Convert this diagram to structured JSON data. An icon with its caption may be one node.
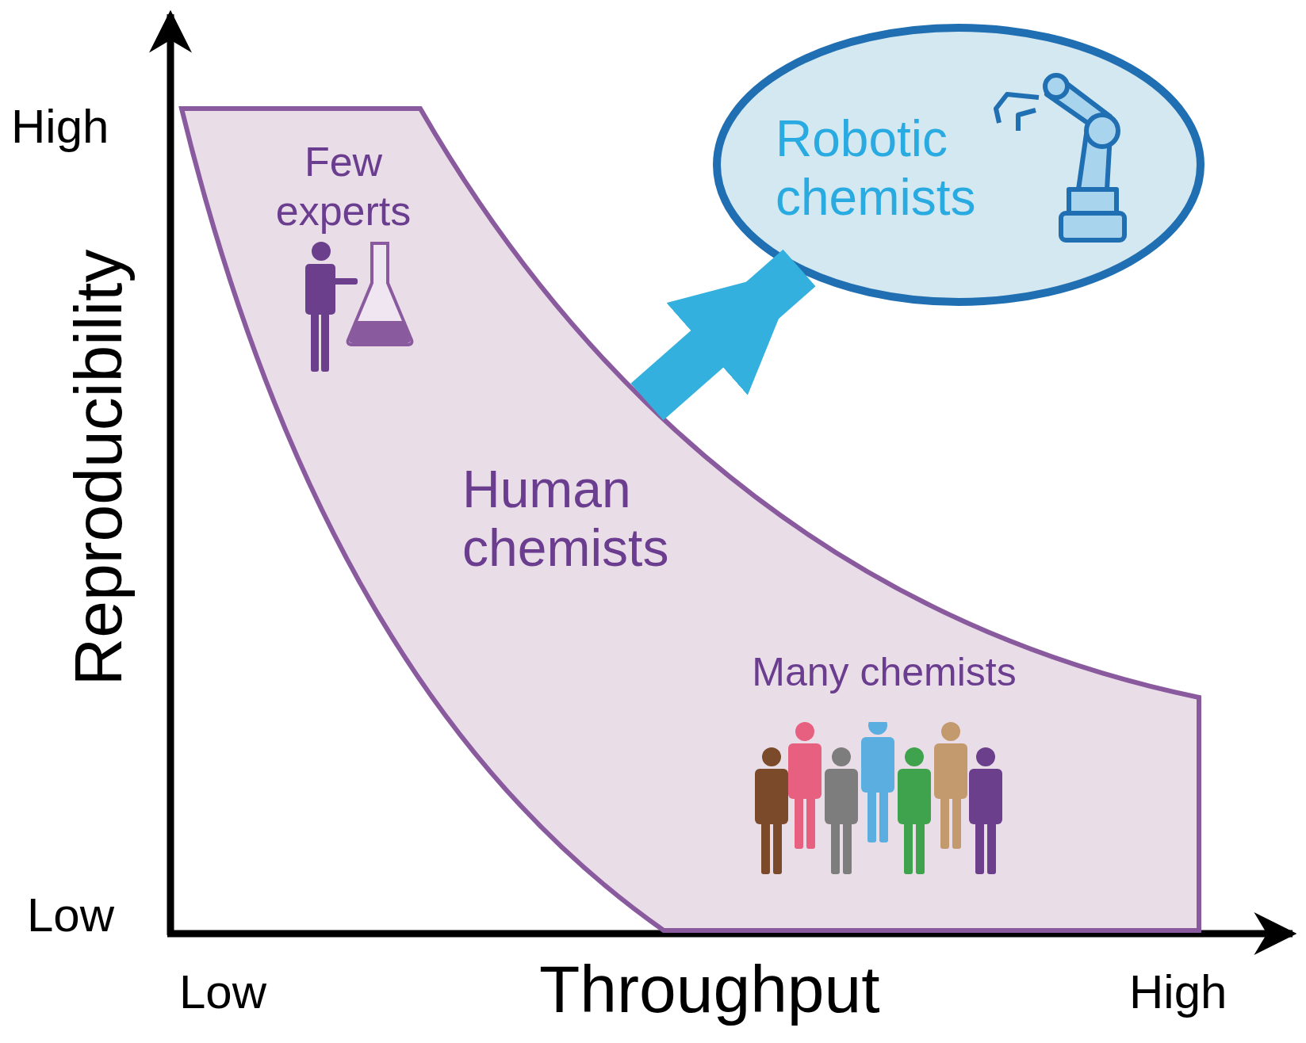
{
  "diagram": {
    "nodes": [
      {
        "text": [
          "Few experts",
          "Human chemists",
          "Many chemists"
        ]
      },
      {
        "text": [
          "Robotic chemists"
        ]
      }
    ],
    "edges": [
      {
        "from": 0,
        "to": 1,
        "arrow": "to",
        "color": "#33b0dd"
      }
    ],
    "labels": [
      "High",
      "Reproducibility",
      "Low",
      "Low",
      "Throughput",
      "High"
    ]
  }
}
